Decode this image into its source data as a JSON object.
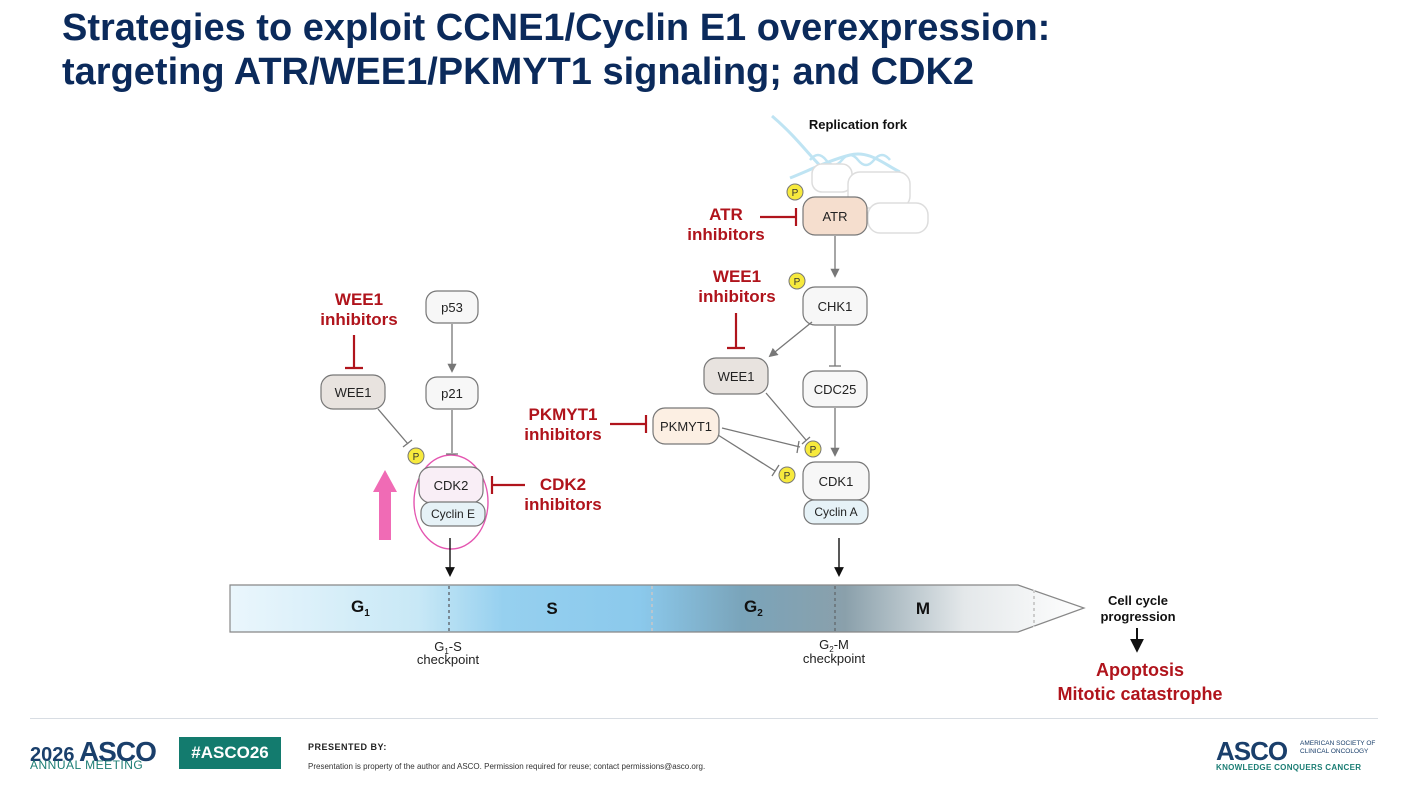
{
  "slide": {
    "title_line1": "Strategies to exploit CCNE1/Cyclin E1 overexpression:",
    "title_line2": "targeting ATR/WEE1/PKMYT1 signaling; and CDK2"
  },
  "diagram": {
    "replication_fork": "Replication fork",
    "nodes": {
      "atr": "ATR",
      "chk1": "CHK1",
      "wee1_right": "WEE1",
      "cdc25": "CDC25",
      "pkmyt1": "PKMYT1",
      "cdk1": "CDK1",
      "cyclin_a": "Cyclin A",
      "p53": "p53",
      "p21": "p21",
      "wee1_left": "WEE1",
      "cdk2": "CDK2",
      "cyclin_e": "Cyclin E"
    },
    "phospho": "P",
    "inhibitors": {
      "atr": [
        "ATR",
        "inhibitors"
      ],
      "wee1_right": [
        "WEE1",
        "inhibitors"
      ],
      "wee1_left": [
        "WEE1",
        "inhibitors"
      ],
      "pkmyt1": [
        "PKMYT1",
        "inhibitors"
      ],
      "cdk2": [
        "CDK2",
        "inhibitors"
      ]
    },
    "phases": {
      "g1": "G",
      "g1_sub": "1",
      "s": "S",
      "g2": "G",
      "g2_sub": "2",
      "m": "M"
    },
    "checkpoints": {
      "g1s_a": "G",
      "g1s_sub": "1",
      "g1s_b": "-S",
      "g1s_c": "checkpoint",
      "g2m_a": "G",
      "g2m_sub": "2",
      "g2m_b": "-M",
      "g2m_c": "checkpoint"
    },
    "progression": [
      "Cell cycle",
      "progression"
    ],
    "outcomes": [
      "Apoptosis",
      "Mitotic catastrophe"
    ]
  },
  "footer": {
    "year": "2026",
    "asco": "ASCO",
    "meeting": "ANNUAL MEETING",
    "hashtag": "#ASCO26",
    "presented_by": "PRESENTED BY:",
    "notice": "Presentation is property of the author and ASCO. Permission required for reuse; contact permissions@asco.org.",
    "logo_word": "ASCO",
    "logo_society": "AMERICAN SOCIETY OF\nCLINICAL ONCOLOGY",
    "tagline": "KNOWLEDGE CONQUERS CANCER"
  },
  "colors": {
    "title": "#0b2a5b",
    "inhibitor": "#b0141c",
    "arrow_up": "#f06bb5",
    "cdk2_ring": "#e455b0",
    "phospho_fill": "#f7ea3d",
    "hashtag_bg": "#137b6e"
  }
}
